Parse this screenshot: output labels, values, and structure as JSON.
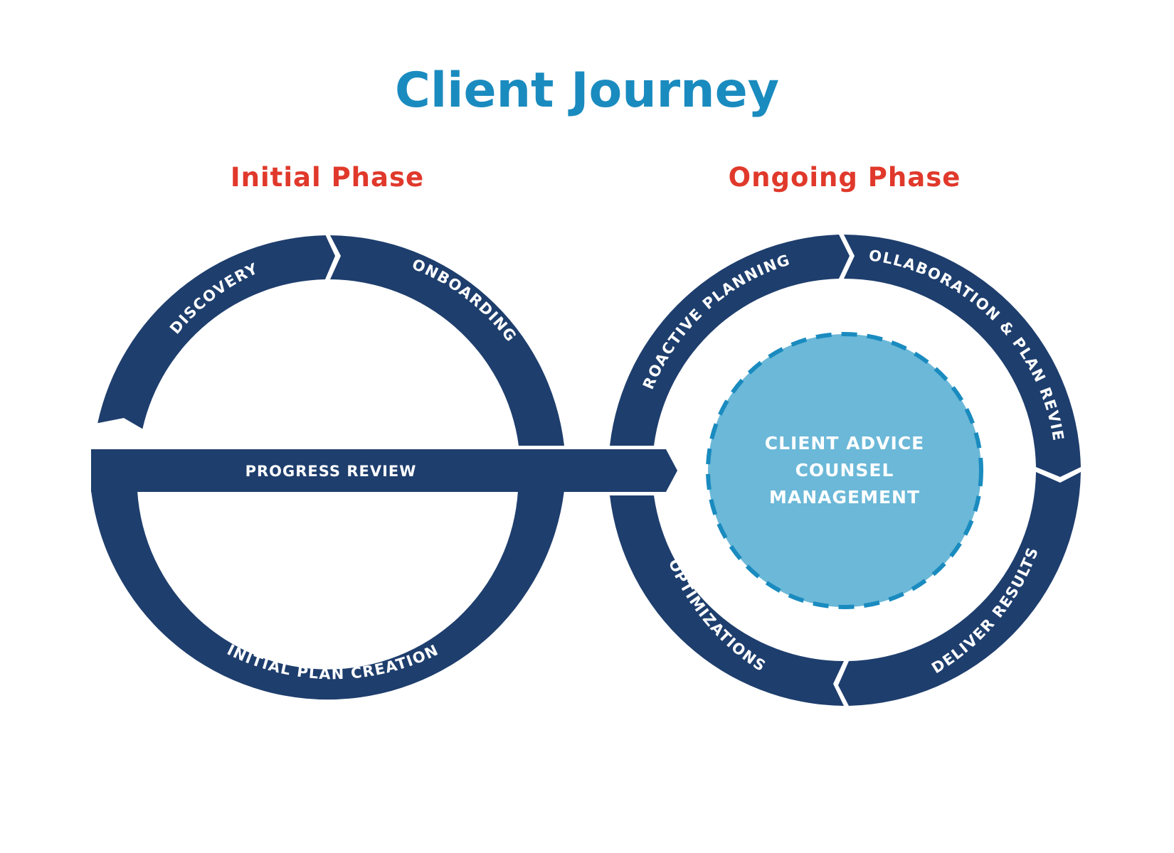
{
  "title": "Client Journey",
  "phases": {
    "initial": "Initial Phase",
    "ongoing": "Ongoing Phase"
  },
  "initial_cycle": {
    "discovery": "DISCOVERY",
    "onboarding": "ONBOARDING",
    "initial_plan_creation": "INITIAL PLAN CREATION",
    "progress_review": "PROGRESS REVIEW"
  },
  "ongoing_cycle": {
    "proactive_planning": "PROACTIVE PLANNING",
    "collaboration_plan_review": "COLLABORATION & PLAN REVIEW",
    "deliver_results": "DELIVER RESULTS",
    "optimizations": "OPTIMIZATIONS"
  },
  "center": {
    "line1": "CLIENT ADVICE",
    "line2": "COUNSEL",
    "line3": "MANAGEMENT"
  },
  "colors": {
    "title": "#1a8bbf",
    "phase_heading": "#e0392b",
    "ring": "#1e3e6d",
    "center_fill": "#6bb8d8",
    "center_dash": "#1a8bbf",
    "label": "#ffffff"
  }
}
